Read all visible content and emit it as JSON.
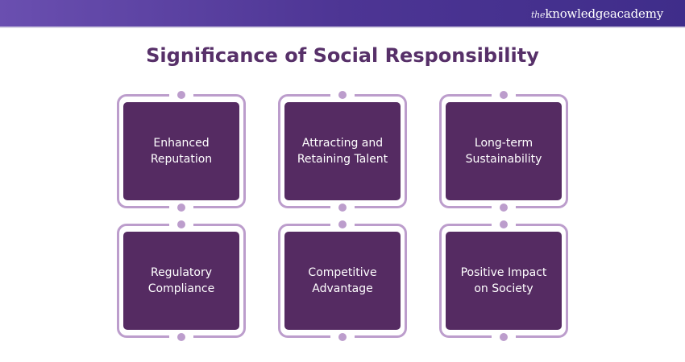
{
  "header": {
    "logo_prefix": "the",
    "logo_main": "knowledgeacademy"
  },
  "title": "Significance of Social Responsibility",
  "items": [
    {
      "label": "Enhanced Reputation"
    },
    {
      "label": "Attracting and Retaining Talent"
    },
    {
      "label": "Long-term Sustainability"
    },
    {
      "label": "Regulatory Compliance"
    },
    {
      "label": "Competitive Advantage"
    },
    {
      "label": "Positive Impact on Society"
    }
  ],
  "colors": {
    "header": "#4d3594",
    "title": "#573069",
    "card": "#552b62",
    "frame": "#bc9dcc"
  }
}
